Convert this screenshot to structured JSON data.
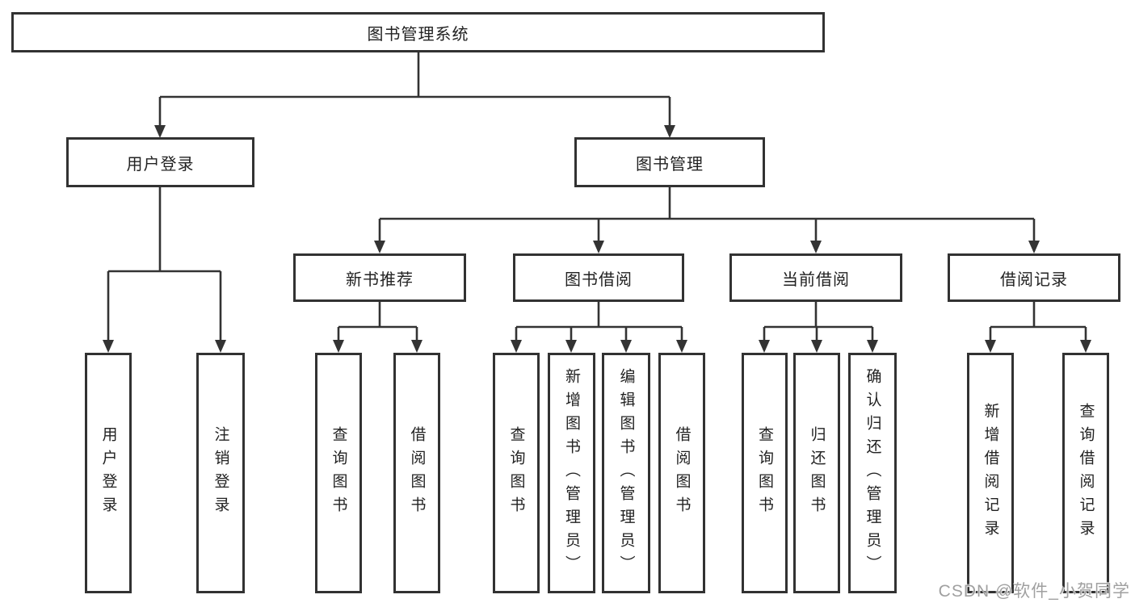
{
  "tree": {
    "root": "图书管理系统",
    "level2": [
      "用户登录",
      "图书管理"
    ],
    "level3": [
      "新书推荐",
      "图书借阅",
      "当前借阅",
      "借阅记录"
    ],
    "user_login_children": [
      "用户登录",
      "注销登录"
    ],
    "new_book_children": [
      "查询图书",
      "借阅图书"
    ],
    "book_borrow_children": [
      "查询图书",
      "新增图书（管理员）",
      "编辑图书（管理员）",
      "借阅图书"
    ],
    "current_borrow_children": [
      "查询图书",
      "归还图书",
      "确认归还（管理员）"
    ],
    "borrow_record_children": [
      "新增借阅记录",
      "查询借阅记录"
    ]
  },
  "watermark": {
    "text": "CSDN @软件_小贺同学"
  },
  "colors": {
    "line": "#333333",
    "box_border": "#323232",
    "text": "#222222",
    "watermark": "#a0a0a0",
    "background": "#ffffff"
  }
}
